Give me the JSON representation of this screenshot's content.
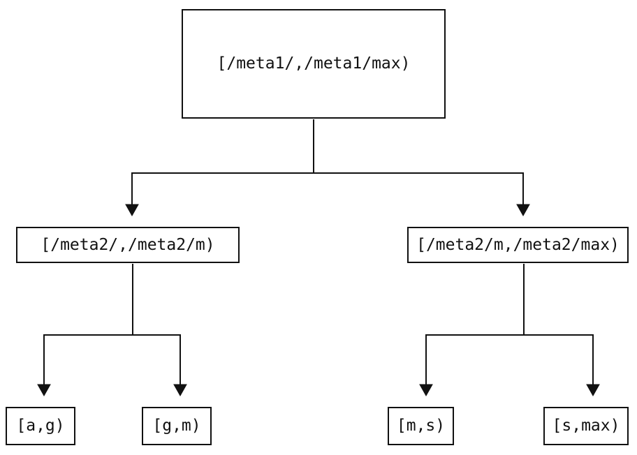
{
  "diagram": {
    "type": "interval-partition-tree",
    "colors": {
      "background": "#ffffff",
      "line": "#111111",
      "text": "#111111"
    },
    "tree": {
      "label": "[/meta1/,/meta1/max)",
      "children": [
        {
          "label": "[/meta2/,/meta2/m)",
          "children": [
            {
              "label": "[a,g)"
            },
            {
              "label": "[g,m)"
            }
          ]
        },
        {
          "label": "[/meta2/m,/meta2/max)",
          "children": [
            {
              "label": "[m,s)"
            },
            {
              "label": "[s,max)"
            }
          ]
        }
      ]
    }
  }
}
